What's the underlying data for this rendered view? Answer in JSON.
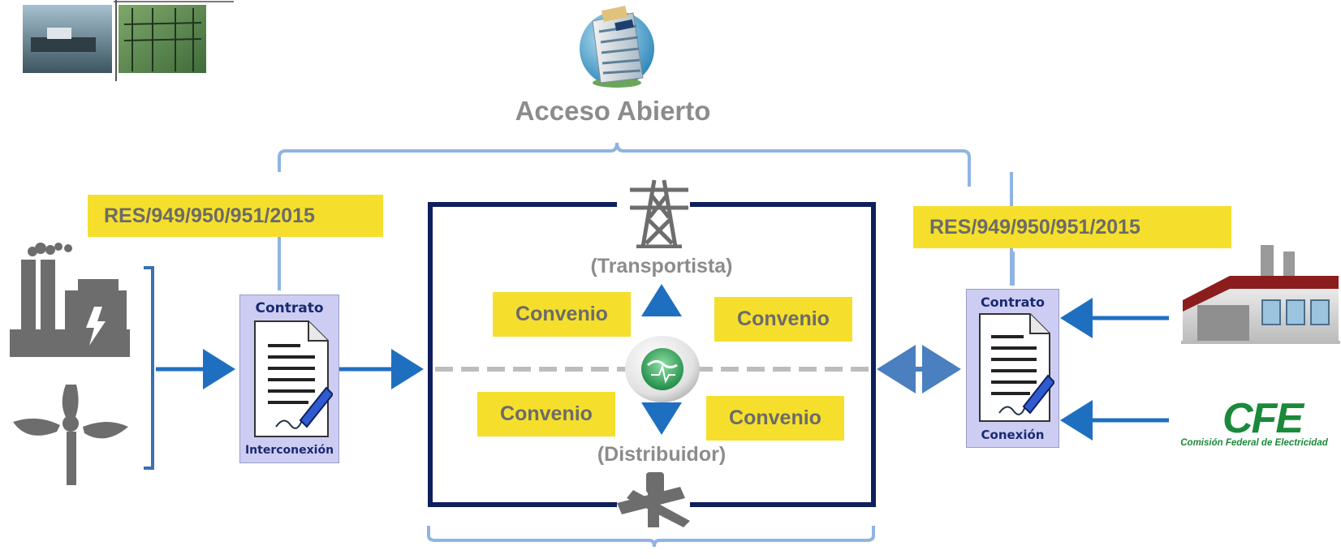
{
  "diagram": {
    "open_access": "Acceso Abierto",
    "res_left": "RES/949/950/951/2015",
    "res_right": "RES/949/950/951/2015",
    "transportista": "(Transportista)",
    "distribuidor": "(Distribuidor)",
    "convenios": [
      "Convenio",
      "Convenio",
      "Convenio",
      "Convenio"
    ],
    "contract_left": {
      "top": "Contrato",
      "bottom": "Interconexión"
    },
    "contract_right": {
      "top": "Contrato",
      "bottom": "Conexión"
    },
    "cfe_logo": {
      "mark": "CFE",
      "name": "Comisión Federal de Electricidad"
    }
  },
  "colors": {
    "yellow": "#f5df2c",
    "grey_text": "#8c8c8c",
    "bracket_blue": "#8fb4e3",
    "arrow_blue": "#1f6fc1",
    "box_navy": "#0d1f5c",
    "card_lavender": "#cdcdf4",
    "cfe_green": "#1a8a3a"
  },
  "icons": [
    "factory-icon",
    "wind-turbine-icon",
    "transmission-tower-icon",
    "pipeline-icon",
    "cre-logo-icon",
    "building-globe-icon",
    "industrial-building-icon",
    "contract-document-icon"
  ]
}
